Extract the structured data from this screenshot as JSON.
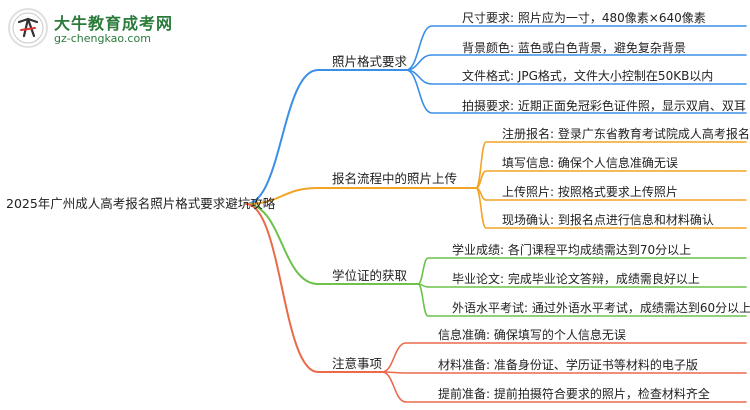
{
  "logo": {
    "title": "大牛教育成考网",
    "url": "gz-chengkao.com"
  },
  "colors": {
    "blue": "#3b8fe6",
    "orange": "#f2a427",
    "green": "#6cc24a",
    "red": "#ea6a4a"
  },
  "root": "2025年广州成人高考报名照片格式要求避坑攻略",
  "branches": [
    {
      "label": "照片格式要求",
      "color": "blue",
      "children": [
        "尺寸要求: 照片应为一寸，480像素×640像素",
        "背景颜色: 蓝色或白色背景，避免复杂背景",
        "文件格式: JPG格式，文件大小控制在50KB以内",
        "拍摄要求: 近期正面免冠彩色证件照，显示双肩、双耳"
      ]
    },
    {
      "label": "报名流程中的照片上传",
      "color": "orange",
      "children": [
        "注册报名: 登录广东省教育考试院成人高考报名系统",
        "填写信息: 确保个人信息准确无误",
        "上传照片: 按照格式要求上传照片",
        "现场确认: 到报名点进行信息和材料确认"
      ]
    },
    {
      "label": "学位证的获取",
      "color": "green",
      "children": [
        "学业成绩: 各门课程平均成绩需达到70分以上",
        "毕业论文: 完成毕业论文答辩，成绩需良好以上",
        "外语水平考试: 通过外语水平考试，成绩需达到60分以上"
      ]
    },
    {
      "label": "注意事项",
      "color": "red",
      "children": [
        "信息准确: 确保填写的个人信息无误",
        "材料准备: 准备身份证、学历证书等材料的电子版",
        "提前准备: 提前拍摄符合要求的照片，检查材料齐全"
      ]
    }
  ]
}
